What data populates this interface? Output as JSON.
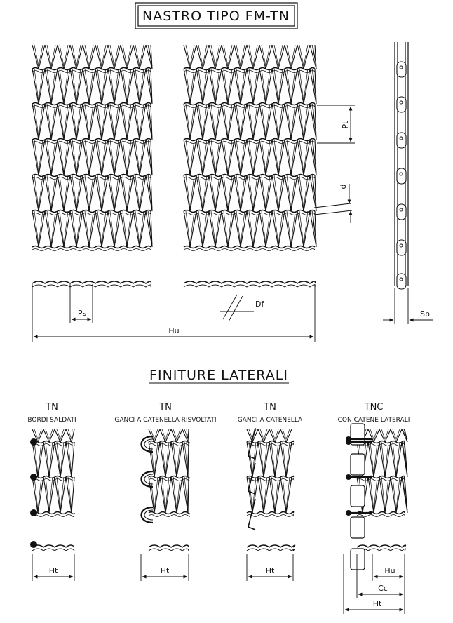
{
  "header": {
    "title": "NASTRO TIPO FM-TN"
  },
  "main_view": {
    "dims": {
      "pt": "Pt",
      "d": "d",
      "ps": "Ps",
      "df": "Df",
      "hu": "Hu",
      "sp": "Sp"
    }
  },
  "section": {
    "title": "FINITURE LATERALI"
  },
  "finishes": [
    {
      "code": "TN",
      "desc": "BORDI SALDATI",
      "dim": "Ht"
    },
    {
      "code": "TN",
      "desc": "GANCI A CATENELLA RISVOLTATI",
      "dim": "Ht"
    },
    {
      "code": "TN",
      "desc": "GANCI A CATENELLA",
      "dim": "Ht"
    },
    {
      "code": "TNC",
      "desc": "CON CATENE LATERALI",
      "dims": {
        "hu": "Hu",
        "cc": "Cc",
        "ht": "Ht"
      }
    }
  ]
}
